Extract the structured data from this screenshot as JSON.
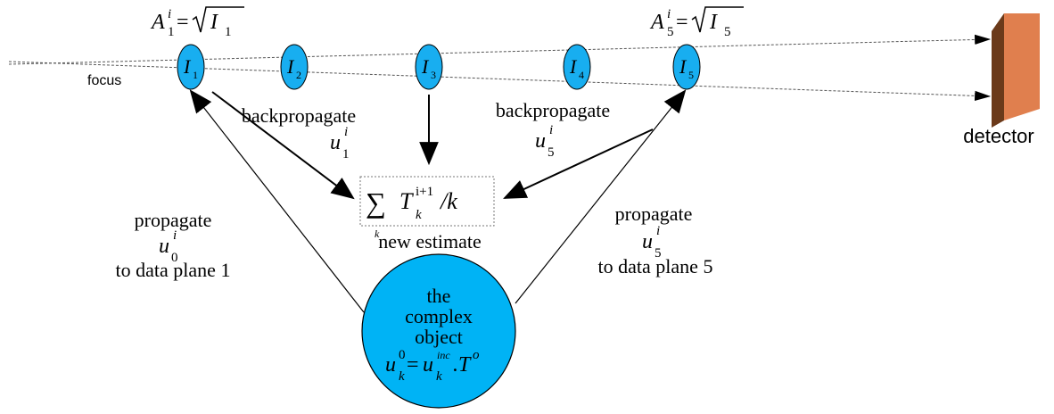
{
  "colors": {
    "plane_fill": "#18aef0",
    "object_fill": "#00b3f5",
    "detector_front": "#e07f4e",
    "detector_side": "#6b3a1a",
    "ink": "#000000"
  },
  "labels": {
    "focus": "focus",
    "detector": "detector",
    "backprop_left": "backpropagate",
    "backprop_right": "backpropagate",
    "propagate_left": "propagate",
    "propagate_right": "propagate",
    "to_plane_left": "to data plane 1",
    "to_plane_right": "to data plane 5",
    "new_estimate": "new estimate"
  },
  "amplitude_left": {
    "A": "A",
    "sup": "i",
    "sub": "1",
    "eq": "=",
    "rad_I": "I",
    "rad_sub": "1"
  },
  "amplitude_right": {
    "A": "A",
    "sup": "i",
    "sub": "5",
    "eq": "=",
    "rad_I": "I",
    "rad_sub": "5"
  },
  "planes": [
    {
      "name": "I",
      "sub": "1"
    },
    {
      "name": "I",
      "sub": "2"
    },
    {
      "name": "I",
      "sub": "3"
    },
    {
      "name": "I",
      "sub": "4"
    },
    {
      "name": "I",
      "sub": "5"
    }
  ],
  "u_backprop_left": {
    "u": "u",
    "sup": "i",
    "sub": "1"
  },
  "u_backprop_right": {
    "u": "u",
    "sup": "i",
    "sub": "5"
  },
  "u_prop_left": {
    "u": "u",
    "sup": "i",
    "sub": "0"
  },
  "u_prop_right": {
    "u": "u",
    "sup": "i",
    "sub": "5"
  },
  "sum_formula": {
    "sigma": "∑",
    "idx": "k",
    "T": "T",
    "sup": "i+1",
    "sub": "k",
    "div": "/k"
  },
  "object": {
    "line1": "the",
    "line2": "complex",
    "line3": "object",
    "u": "u",
    "u_sup": "0",
    "u_sub": "k",
    "eq": "=",
    "u2": "u",
    "u2_sup": "inc",
    "u2_sub": "k",
    "dotT": ".T",
    "T_sup": "o"
  }
}
